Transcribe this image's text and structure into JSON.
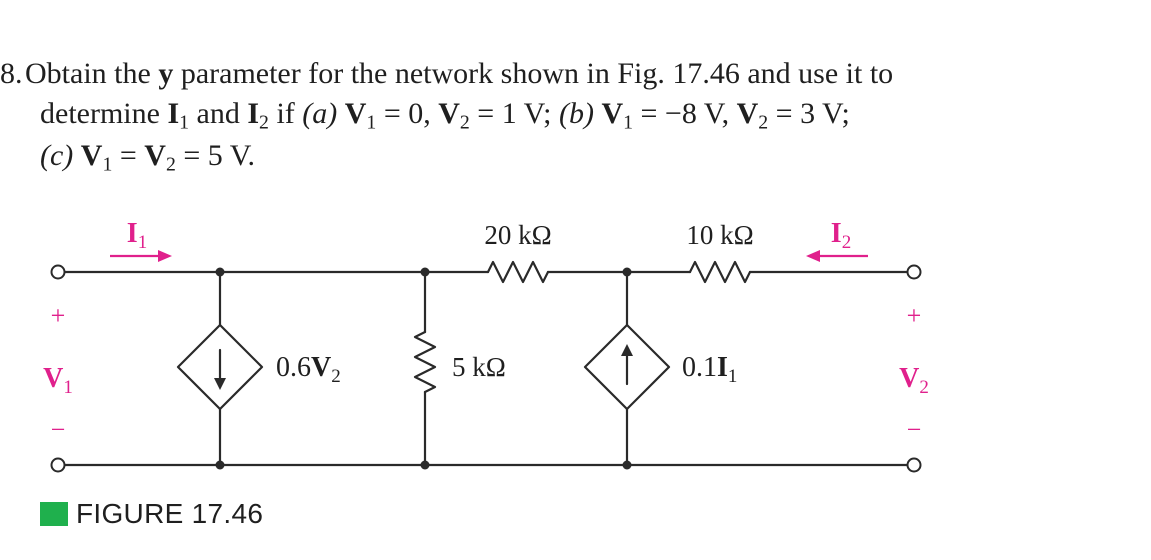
{
  "problem": {
    "number": "8.",
    "line1": {
      "t1": "Obtain the ",
      "y": "y",
      "t2": " parameter for the network shown in Fig. 17.46 and use it to"
    },
    "line2": {
      "t1": "determine ",
      "I": "I",
      "s1": "1",
      "t2": " and ",
      "s2": "2",
      "t3": " if ",
      "pa": "(a)",
      "V": "V",
      "t4": " = 0, ",
      "t5": " = 1 V; ",
      "pb": "(b)",
      "t6": " = −8 V, ",
      "t7": " = 3 V;"
    },
    "line3": {
      "pc": "(c)",
      "t1": " = ",
      "t2": " = 5 V."
    }
  },
  "diagram": {
    "I1": {
      "main": "I",
      "sub": "1"
    },
    "I2": {
      "main": "I",
      "sub": "2"
    },
    "V1": {
      "main": "V",
      "sub": "1"
    },
    "V2": {
      "main": "V",
      "sub": "2"
    },
    "plus": "+",
    "minus": "−",
    "r20k": "20 kΩ",
    "r10k": "10 kΩ",
    "r5k": "5 kΩ",
    "dep1": {
      "coef": "0.6",
      "main": "V",
      "sub": "2"
    },
    "dep2": {
      "coef": "0.1",
      "main": "I",
      "sub": "1"
    },
    "colors": {
      "accent": "#e0208c",
      "wire": "#2a2a2a",
      "caption": "#1fb04d"
    }
  },
  "caption": {
    "label": "FIGURE 17.46"
  }
}
